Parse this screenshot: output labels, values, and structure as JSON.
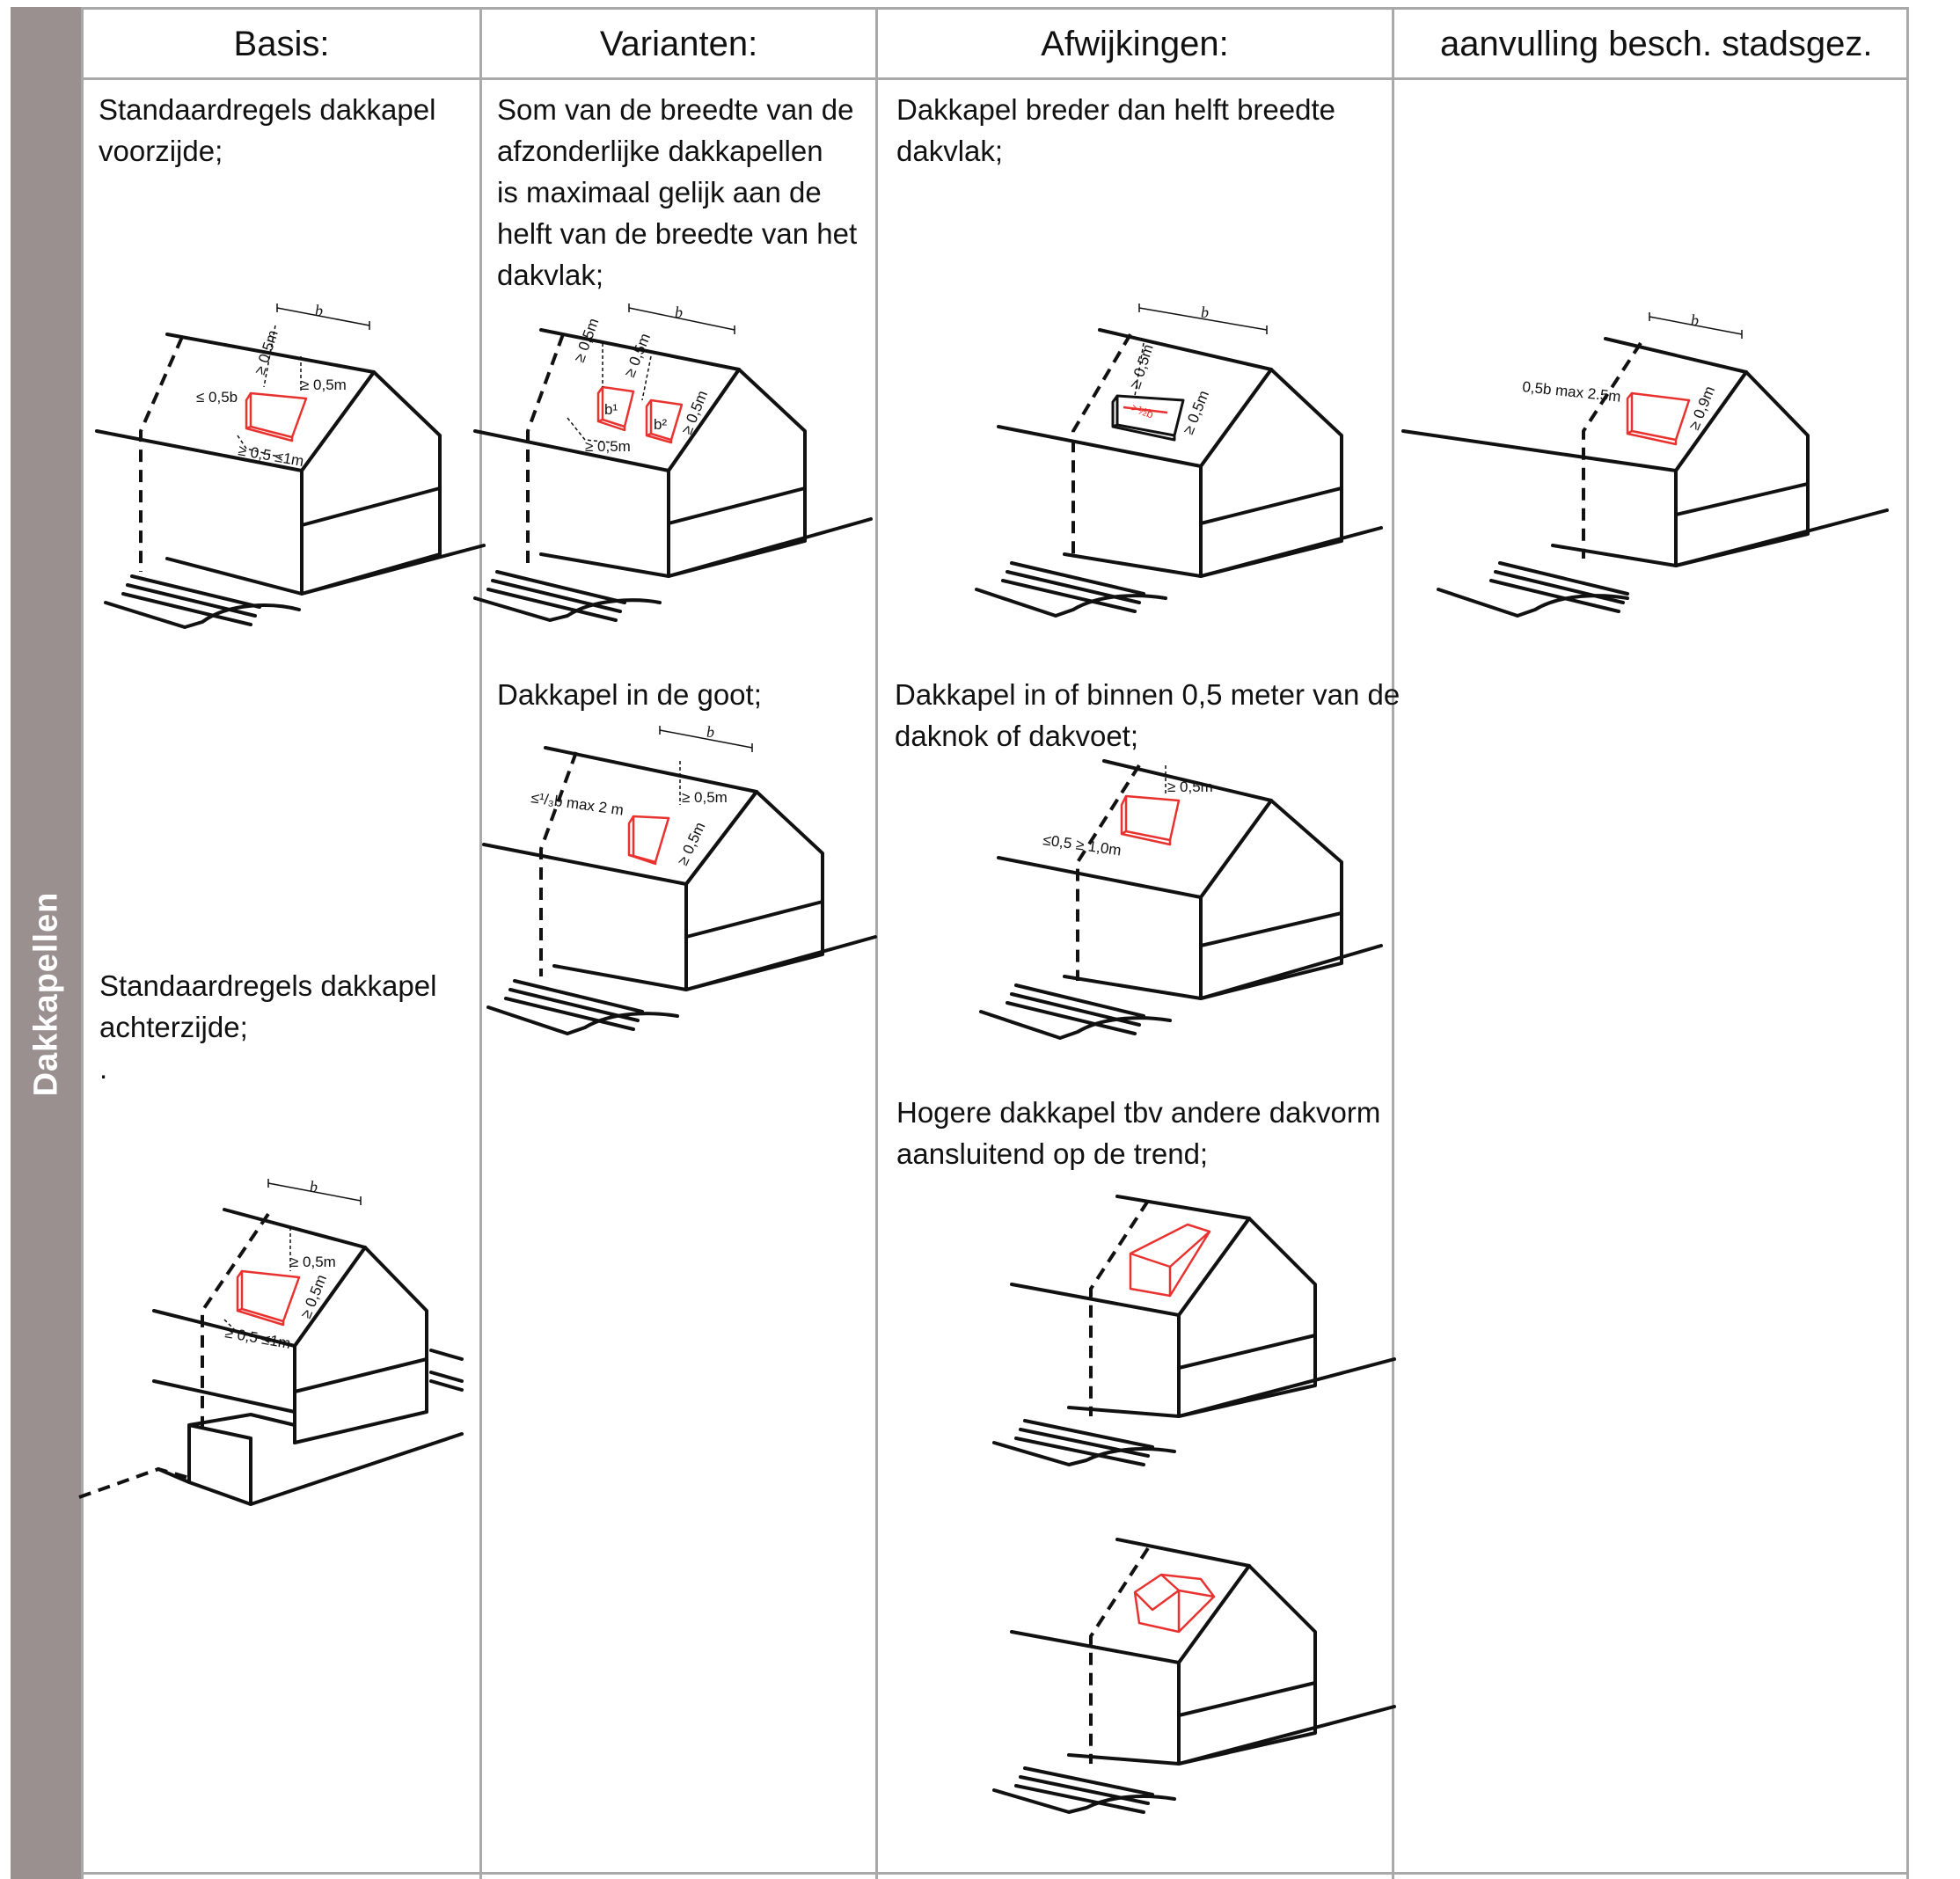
{
  "side_label": "Dakkapellen",
  "headers": [
    "Basis:",
    "Varianten:",
    "Afwijkingen:",
    "aanvulling besch. stadsgez."
  ],
  "texts": {
    "basis_voor": "Standaardregels dakkapel\nvoorzijde;",
    "basis_achter": "Standaardregels dakkapel\nachterzijde;\n.",
    "var_breedte": "Som van de breedte van de\nafzonderlijke dakkapellen\nis maximaal gelijk aan de\nhelft van de breedte van het\ndakvlak;",
    "var_goot": "Dakkapel in de goot;",
    "afw_breder": "Dakkapel breder dan helft breedte\ndakvlak;",
    "afw_daknok": "Dakkapel in of binnen 0,5 meter van de\ndaknok of dakvoet;",
    "afw_hoger": "Hogere dakkapel tbv andere dakvorm\naansluitend op de trend;"
  },
  "dims": {
    "b": "b",
    "ge05m": "≥ 0,5m",
    "le05b": "≤ 0,5b",
    "ge05le1m": "≥ 0,5 ≤1m",
    "b1": "b¹",
    "b2": "b²",
    "le13b_max2m": "≤¹/₃b max 2 m",
    "gt12b": ">½b",
    "le05_ge10m": "≤0,5 ≥ 1,0m",
    "max25": "0,5b max 2.5m",
    "ge09m": "≥ 0,9m"
  },
  "colors": {
    "sidebar": "#9b9090",
    "grid": "#a9a9a9",
    "dormer": "#e8322f"
  }
}
